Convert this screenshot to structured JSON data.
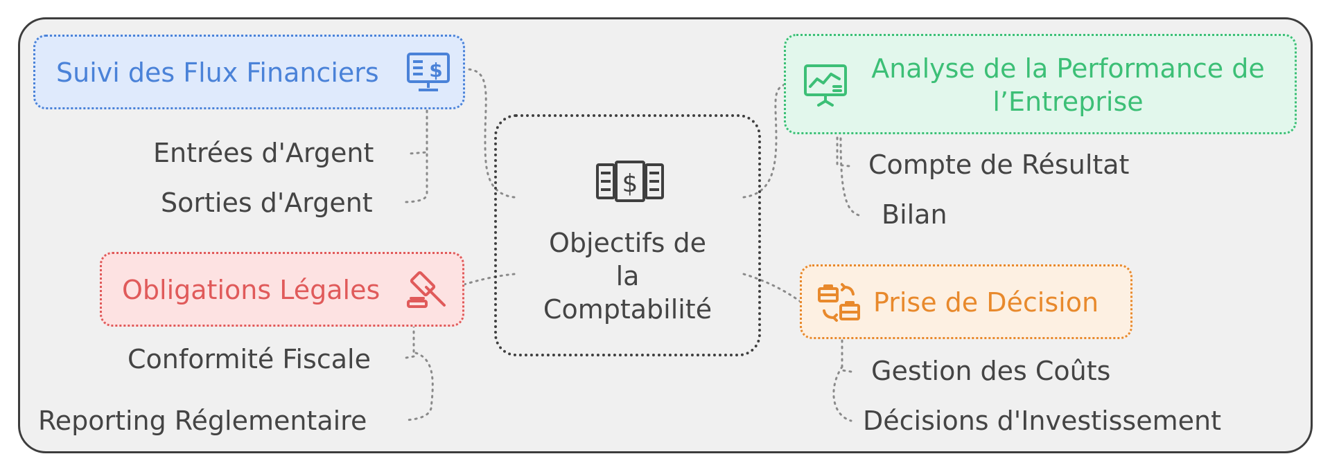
{
  "center": {
    "title_line1": "Objectifs de",
    "title_line2": "la",
    "title_line3": "Comptabilité",
    "icon": "money-ledger-icon"
  },
  "branches": {
    "flux": {
      "title": "Suivi des Flux Financiers",
      "icon": "financial-monitor-icon",
      "color": "#4a82d8",
      "bg": "#dfeafc",
      "items": [
        "Entrées d'Argent",
        "Sorties d'Argent"
      ]
    },
    "legal": {
      "title": "Obligations Légales",
      "icon": "gavel-icon",
      "color": "#e05a5a",
      "bg": "#fde2e2",
      "items": [
        "Conformité Fiscale",
        "Reporting Réglementaire"
      ]
    },
    "perf": {
      "title_line1": "Analyse de la Performance de",
      "title_line2": "l’Entreprise",
      "icon": "performance-chart-icon",
      "color": "#3cbf76",
      "bg": "#e2f7ec",
      "items": [
        "Compte de Résultat",
        "Bilan"
      ]
    },
    "decision": {
      "title": "Prise de Décision",
      "icon": "briefcase-exchange-icon",
      "color": "#e8892c",
      "bg": "#fdf0e2",
      "items": [
        "Gestion des Coûts",
        "Décisions d'Investissement"
      ]
    }
  }
}
